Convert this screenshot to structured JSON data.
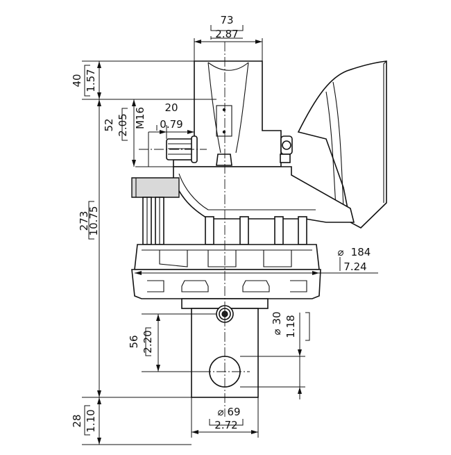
{
  "dimensions": {
    "top_width": {
      "mm": "73",
      "inch": "2.87"
    },
    "top_height": {
      "mm": "40",
      "inch": "1.57"
    },
    "bolt_offset": {
      "mm": "52",
      "inch": "2.05"
    },
    "thread": "M16",
    "thread_width": {
      "mm": "20",
      "inch": "0.79"
    },
    "overall_height": {
      "mm": "273",
      "inch": "10.75"
    },
    "flange_diameter": {
      "mm": "184",
      "inch": "7.24"
    },
    "hole_diameter": {
      "mm": "30",
      "inch": "1.18"
    },
    "shaft_height": {
      "mm": "56",
      "inch": "2.20"
    },
    "shaft_diameter": {
      "mm": "69",
      "inch": "2.72"
    },
    "bottom_height": {
      "mm": "28",
      "inch": "1.10"
    }
  },
  "symbols": {
    "diameter": "⌀"
  }
}
